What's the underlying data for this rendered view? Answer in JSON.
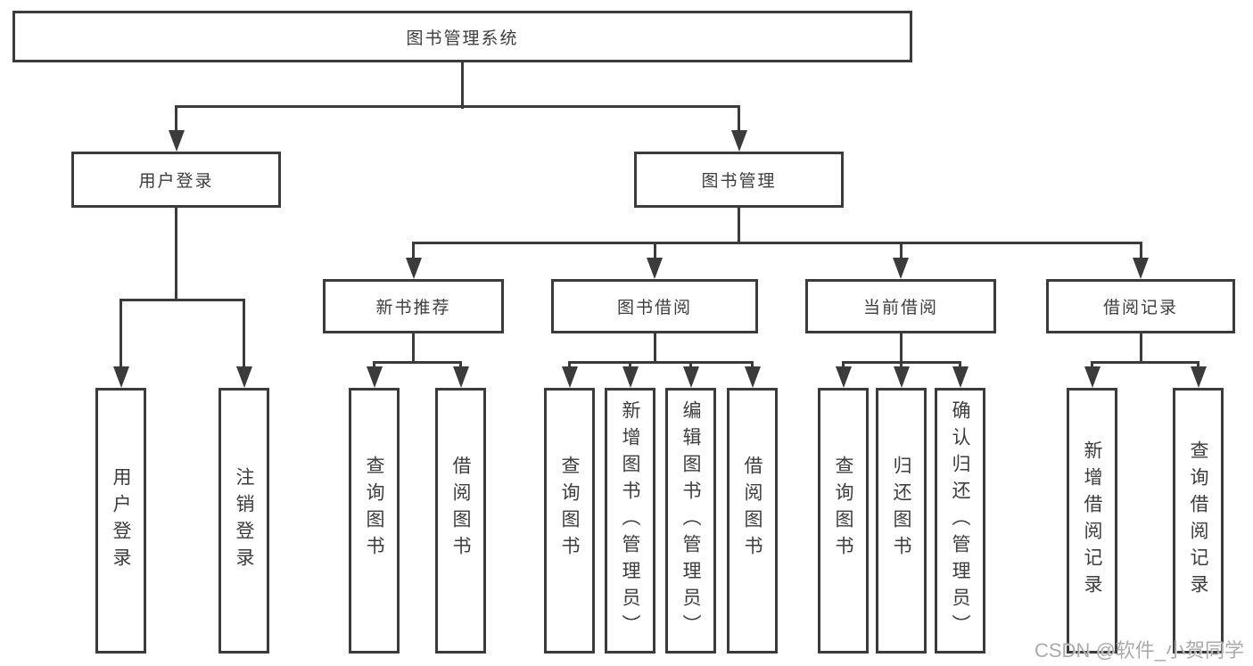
{
  "colors": {
    "line": "#3b3b3b",
    "text": "#3d3d3d",
    "boxbg": "#ffffff",
    "pagebg": "#ffffff",
    "wm": "#ababab"
  },
  "tree": {
    "root": "图书管理系统",
    "branches": [
      {
        "label": "用户登录",
        "children": [
          "用户登录",
          "注销登录"
        ]
      },
      {
        "label": "图书管理",
        "modules": [
          {
            "label": "新书推荐",
            "children": [
              "查询图书",
              "借阅图书"
            ]
          },
          {
            "label": "图书借阅",
            "children": [
              "查询图书",
              "新增图书（管理员）",
              "编辑图书（管理员）",
              "借阅图书"
            ]
          },
          {
            "label": "当前借阅",
            "children": [
              "查询图书",
              "归还图书",
              "确认归还（管理员）"
            ]
          },
          {
            "label": "借阅记录",
            "children": [
              "新增借阅记录",
              "查询借阅记录"
            ]
          }
        ]
      }
    ]
  },
  "watermark": "CSDN @软件_小贺同学"
}
